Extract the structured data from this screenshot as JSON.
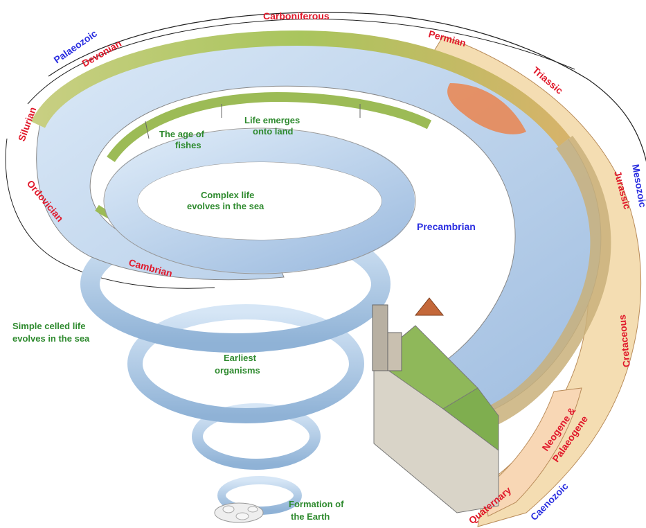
{
  "colors": {
    "period_label": "#e0182a",
    "era_label": "#2a2ee0",
    "event_label": "#2e8a2e",
    "water": "#c7dbf0",
    "land": "#b7c96a",
    "band_fill": "#f4ddb2",
    "band_cenozoic": "#f8d7b5"
  },
  "periods": {
    "carboniferous": "Carboniferous",
    "permian": "Permian",
    "triassic": "Triassic",
    "jurassic": "Jurassic",
    "cretaceous": "Cretaceous",
    "neogene_1": "Neogene &",
    "neogene_2": "Palaeogene",
    "quaternary": "Quaternary",
    "devonian": "Devonian",
    "silurian": "Silurian",
    "ordovician": "Ordovician",
    "cambrian": "Cambrian"
  },
  "eras": {
    "palaeozoic": "Palaeozoic",
    "mesozoic": "Mesozoic",
    "caenozoic": "Caenozoic",
    "precambrian": "Precambrian"
  },
  "events": {
    "age_of_fishes_1": "The age of",
    "age_of_fishes_2": "fishes",
    "life_land_1": "Life emerges",
    "life_land_2": "onto land",
    "complex_life_1": "Complex life",
    "complex_life_2": "evolves in the sea",
    "simple_life_1": "Simple celled life",
    "simple_life_2": "evolves in the sea",
    "earliest_1": "Earliest",
    "earliest_2": "organisms",
    "formation_1": "Formation of",
    "formation_2": "the Earth"
  }
}
